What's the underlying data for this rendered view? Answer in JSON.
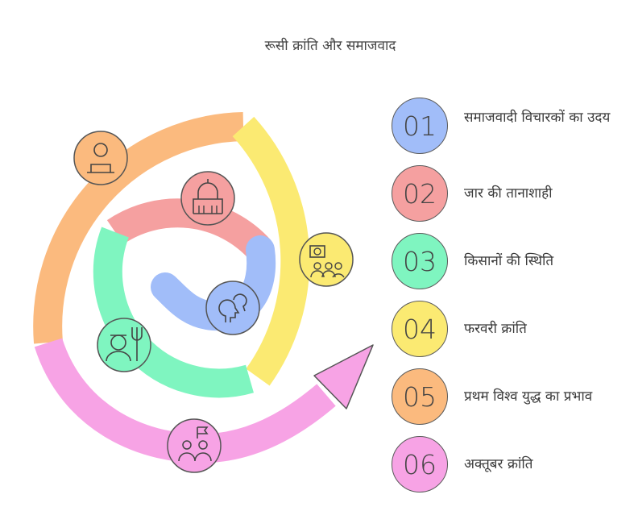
{
  "title": "रूसी क्रांति और समाजवाद",
  "items": [
    {
      "number": "01",
      "label": "समाजवादी विचारकों का उदय",
      "color": "#a1bdf9"
    },
    {
      "number": "02",
      "label": "जार की तानाशाही",
      "color": "#f5a0a0"
    },
    {
      "number": "03",
      "label": "किसानों की स्थिति",
      "color": "#7ff5c0"
    },
    {
      "number": "04",
      "label": "फरवरी क्रांति",
      "color": "#fbea72"
    },
    {
      "number": "05",
      "label": "प्रथम विश्व युद्ध का प्रभाव",
      "color": "#fbba7e"
    },
    {
      "number": "06",
      "label": "अक्तूबर क्रांति",
      "color": "#f7a3e5"
    }
  ],
  "icons": [
    "thinker-icon",
    "palace-icon",
    "farmer-icon",
    "protest-icon",
    "war-icon",
    "revolution-flag-icon"
  ]
}
